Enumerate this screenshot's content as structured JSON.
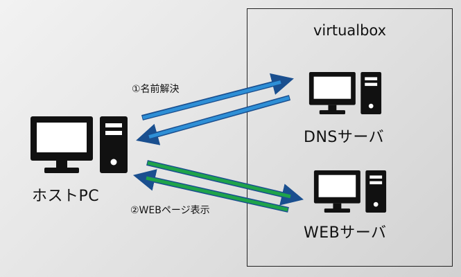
{
  "container": {
    "title": "virtualbox"
  },
  "nodes": {
    "host": {
      "label": "ホストPC",
      "icon": "desktop-pc-icon"
    },
    "dns": {
      "label": "DNSサーバ",
      "icon": "desktop-pc-icon"
    },
    "web": {
      "label": "WEBサーバ",
      "icon": "desktop-pc-icon"
    }
  },
  "edges": {
    "name_resolution": {
      "label": "①名前解決",
      "color": "#2e8fd6"
    },
    "web_page": {
      "label": "②WEBページ表示",
      "color": "#1fa34a"
    }
  },
  "colors": {
    "blue_arrow": "#2e8fd6",
    "green_arrow": "#1fa34a",
    "arrow_outline": "#1a4f8f"
  }
}
